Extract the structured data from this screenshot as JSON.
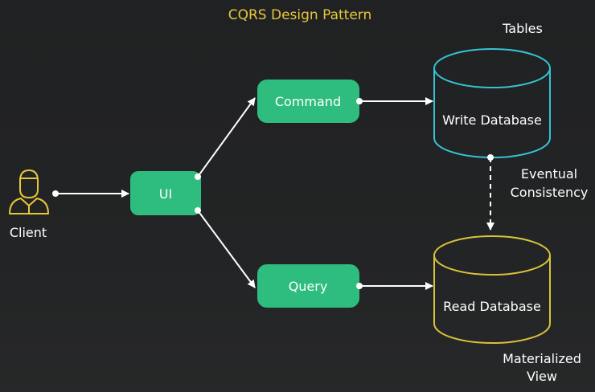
{
  "title": "CQRS Design Pattern",
  "colors": {
    "background": "#222324",
    "node_fill": "#2ebd7f",
    "write_db_stroke": "#36c3d6",
    "read_db_stroke": "#d9c23a",
    "client_icon": "#e8c63a",
    "title": "#e8c63a",
    "arrow": "#ffffff"
  },
  "client": {
    "label": "Client",
    "icon": "user-icon"
  },
  "nodes": {
    "ui": "UI",
    "command": "Command",
    "query": "Query"
  },
  "databases": {
    "write": {
      "label": "Write Database",
      "caption": "Tables"
    },
    "read": {
      "label": "Read Database",
      "caption_line1": "Materialized",
      "caption_line2": "View"
    }
  },
  "sync_label": {
    "line1": "Eventual",
    "line2": "Consistency"
  }
}
